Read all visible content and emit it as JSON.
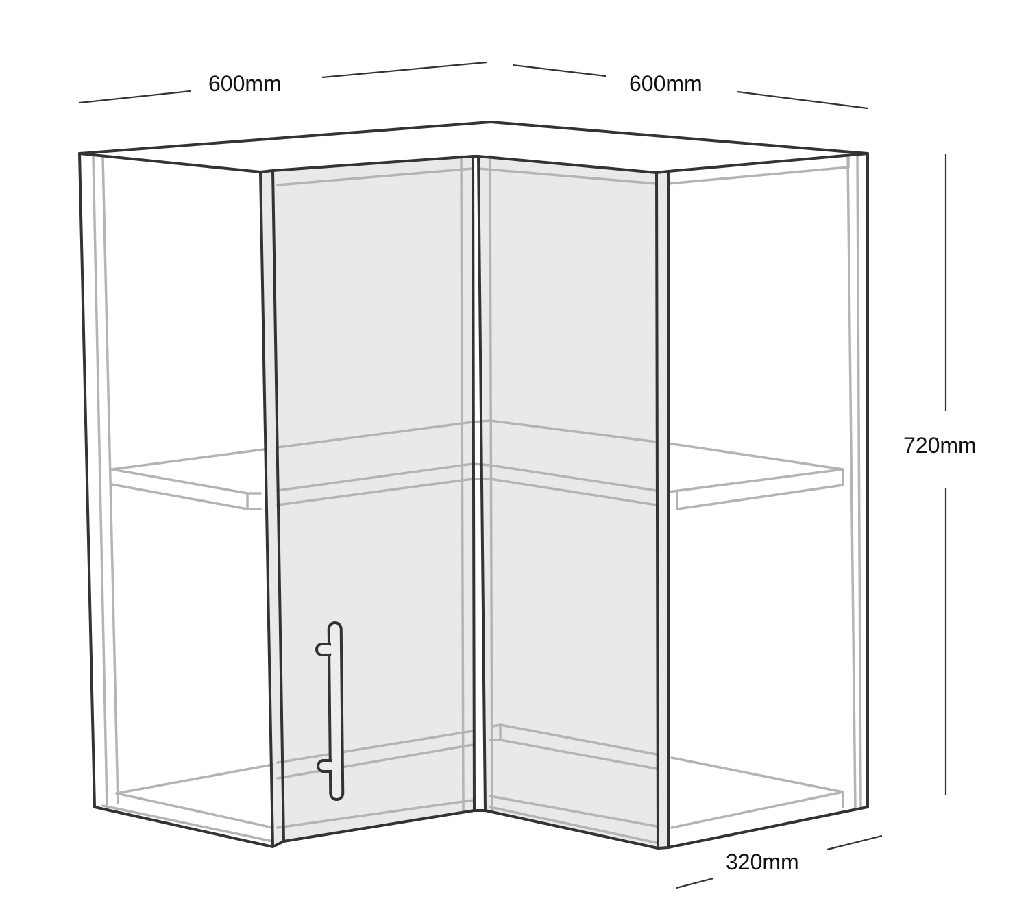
{
  "diagram": {
    "subject": "L-shaped corner wall cabinet with one door and one shelf",
    "colors": {
      "outline": "#333333",
      "inner_lines": "#b4b4b4",
      "door_fill": "#e9e9e9",
      "background": "#ffffff",
      "label_text": "#111111"
    },
    "dimensions": {
      "width_left": {
        "label": "600mm",
        "value_mm": 600
      },
      "width_right": {
        "label": "600mm",
        "value_mm": 600
      },
      "height": {
        "label": "720mm",
        "value_mm": 720
      },
      "depth": {
        "label": "320mm",
        "value_mm": 320
      }
    },
    "components": [
      "left-side-panel",
      "top-panel",
      "door-left",
      "door-right",
      "shelf",
      "bottom-panel",
      "right-side-panel",
      "door-handle"
    ]
  }
}
